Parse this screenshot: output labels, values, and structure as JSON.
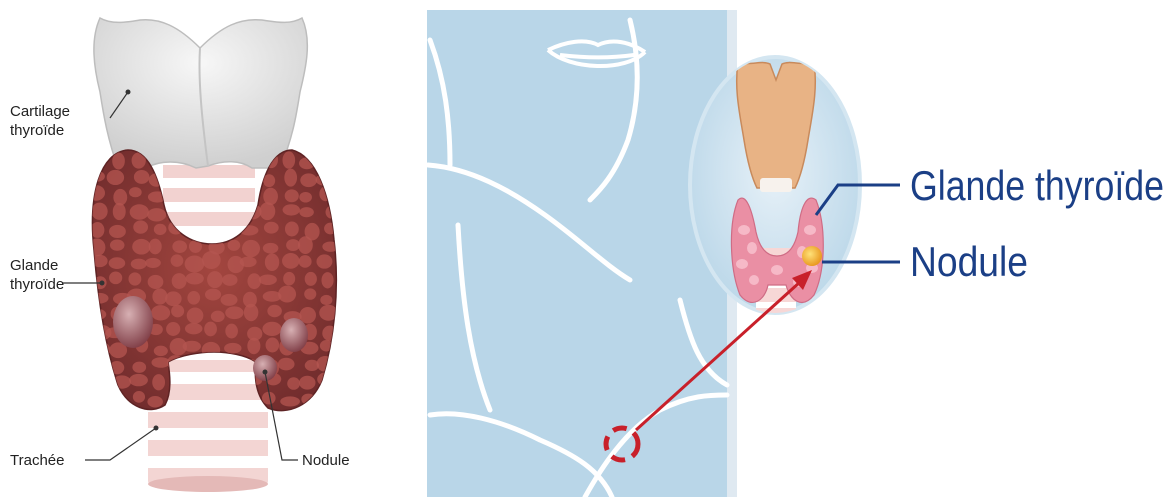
{
  "left_diagram": {
    "labels": {
      "thyroid_cartilage_line1": "Cartilage",
      "thyroid_cartilage_line2": "thyroïde",
      "thyroid_gland_line1": "Glande",
      "thyroid_gland_line2": "thyroïde",
      "trachea": "Trachée",
      "nodule": "Nodule"
    }
  },
  "right_diagram": {
    "labels": {
      "thyroid_gland": "Glande thyroïde",
      "nodule": "Nodule"
    }
  },
  "colors": {
    "gland": "#8c3a38",
    "gland_lobule": "#b45650",
    "cartilage": "#e0e0e0",
    "trachea_ring": "#f4d2d0",
    "panel_bg": "#b7d5e6",
    "label_blue": "#1b3f86",
    "arrow_red": "#c8202a",
    "nodule_yellow": "#f2b13a"
  },
  "icons": [
    "thyroid-anatomy-illustration",
    "neck-outline-illustration",
    "magnifier-circle"
  ]
}
